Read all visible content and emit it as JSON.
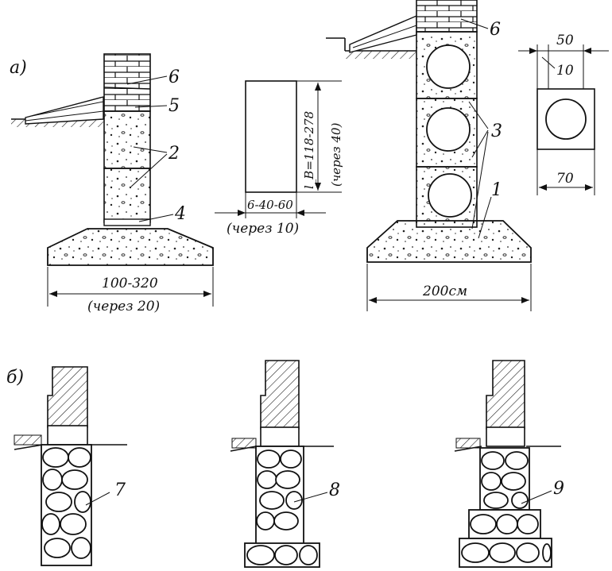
{
  "section_labels": {
    "a": "а)",
    "b": "б)"
  },
  "fig_a1": {
    "callouts": [
      "6",
      "5",
      "2",
      "4"
    ],
    "width_dim": "100-320",
    "width_step": "(через 20)"
  },
  "block_detail": {
    "height_dim": "l_B=118-278",
    "height_step": "(через 40)",
    "width_dim": "6-40-60",
    "width_step": "(через 10)"
  },
  "fig_a2": {
    "callouts": [
      "6",
      "3",
      "1"
    ],
    "width_dim": "200см"
  },
  "hollow_detail": {
    "dim_top": "50",
    "dim_wall": "10",
    "dim_bottom": "70"
  },
  "fig_b": {
    "callouts": [
      "7",
      "8",
      "9"
    ]
  }
}
